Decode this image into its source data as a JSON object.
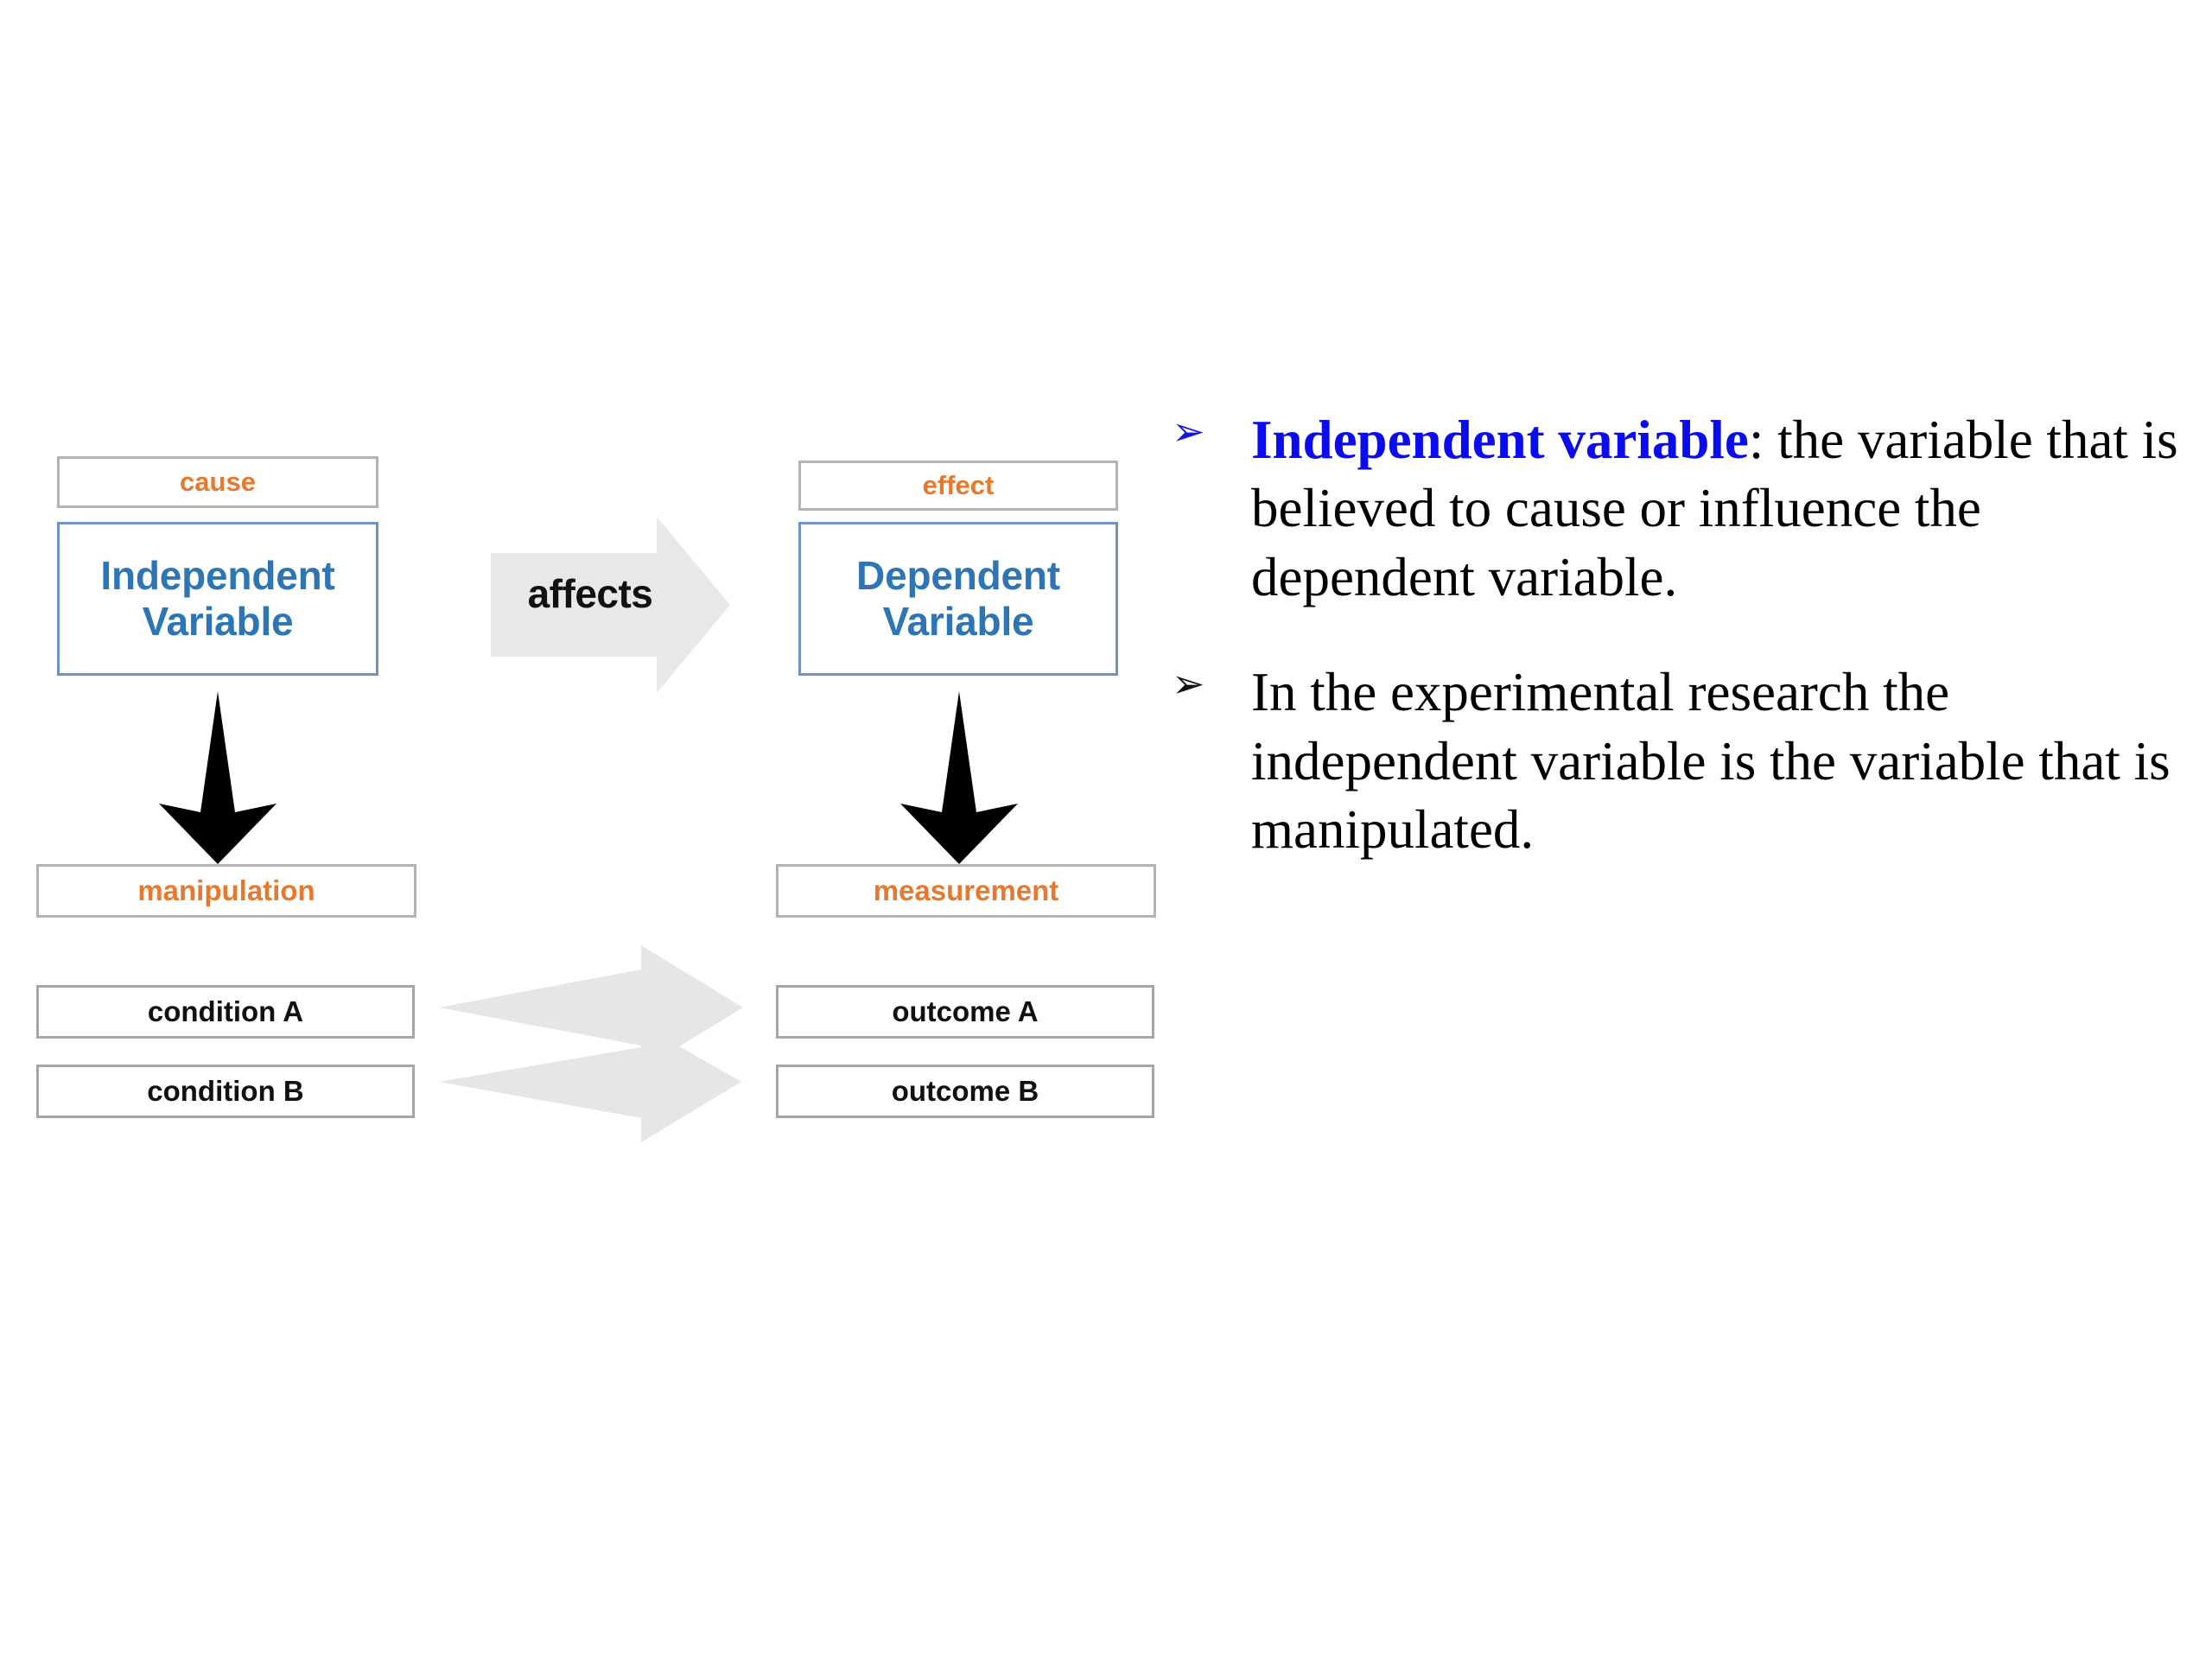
{
  "slide": {
    "background_color": "#ffffff",
    "accent_orange": "#e8792c",
    "accent_blue": "#2e75b6",
    "term_blue": "#0b0bf0",
    "arrow_gray": "#e6e6e6"
  },
  "diagram": {
    "left_column": {
      "cause_label": "cause",
      "variable_title": "Independent Variable",
      "variable_line1": "Independent",
      "variable_line2": "Variable",
      "process_label": "manipulation",
      "items": [
        {
          "label": "condition A"
        },
        {
          "label": "condition B"
        }
      ]
    },
    "connector": {
      "label": "affects"
    },
    "right_column": {
      "effect_label": "effect",
      "variable_title": "Dependent Variable",
      "variable_line1": "Dependent",
      "variable_line2": "Variable",
      "process_label": "measurement",
      "items": [
        {
          "label": "outcome A"
        },
        {
          "label": "outcome B"
        }
      ]
    }
  },
  "bullets": [
    {
      "marker": "➢",
      "marker_color": "blue",
      "term": "Independent variable",
      "rest": ": the variable that is believed to cause or influence the dependent variable."
    },
    {
      "marker": "➢",
      "marker_color": "black",
      "term": "",
      "rest": "In the experimental  research the independent variable is the variable that is manipulated."
    }
  ]
}
